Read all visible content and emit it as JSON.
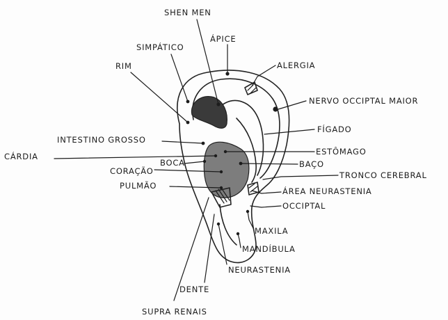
{
  "title": "",
  "labels": {
    "shen_men": "SHEN MEN",
    "simpatico": "SIMPÁTICO",
    "apice": "ÁPICE",
    "rim": "RIM",
    "alergia": "ALERGIA",
    "nervo_occipital_maior": "NERVO OCCIPTAL MAIOR",
    "figado": "FÍGADO",
    "intestino_grosso": "INTESTINO GROSSO",
    "cardia": "CÁRDIA",
    "estomago": "ESTÔMAGO",
    "boca": "BOCA",
    "coracao": "CORAÇÃO",
    "baco": "BAÇO",
    "tronco_cerebral": "TRONCO CEREBRAL",
    "pulmao": "PULMÃO",
    "area_neurastenia": "ÁREA NEURASTENIA",
    "occiptal": "OCCIPTAL",
    "maxila": "MAXILA",
    "mandibula": "MANDÍBULA",
    "neurastenia": "NEURASTENIA",
    "dente": "DENTE",
    "supra_renais": "SUPRA RENAIS"
  }
}
